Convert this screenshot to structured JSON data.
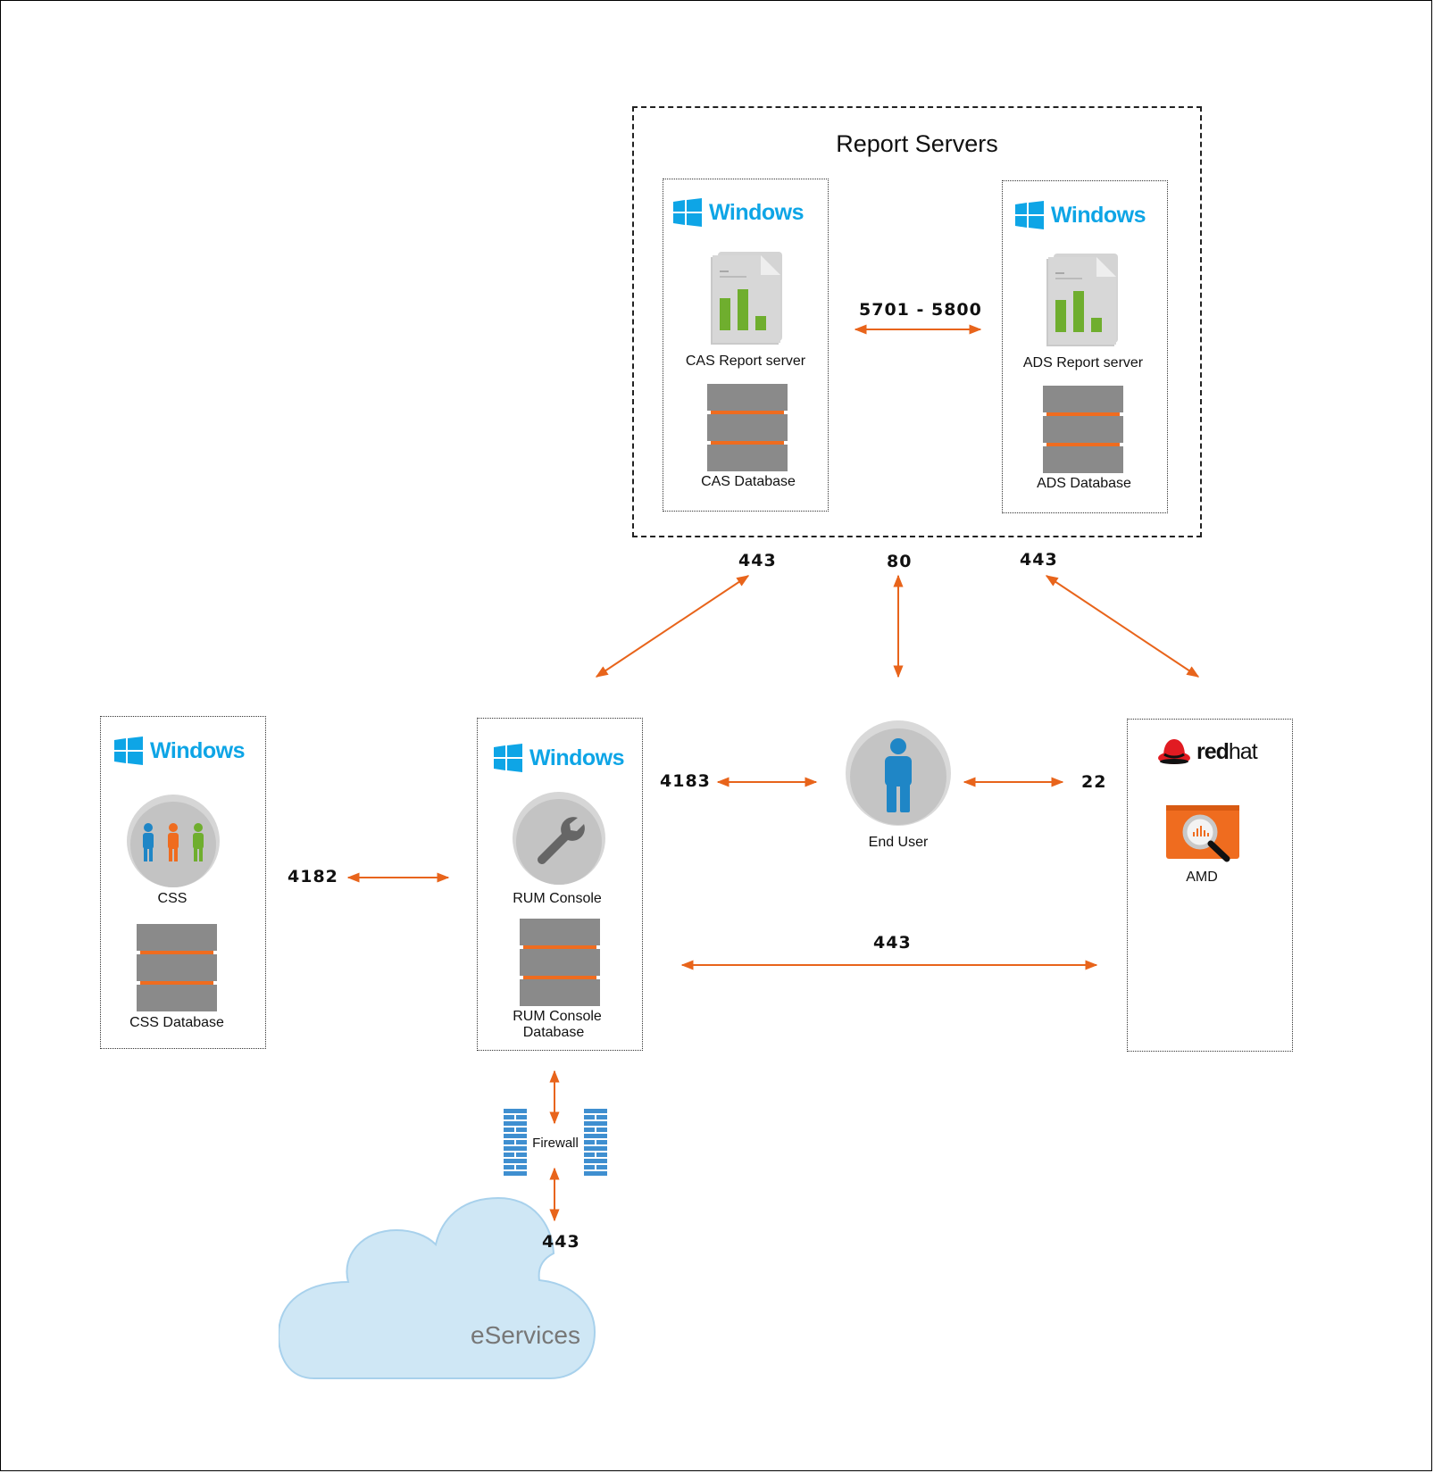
{
  "title": "Report Servers",
  "os_label": "Windows",
  "redhat": {
    "bold": "red",
    "light": "hat"
  },
  "nodes": {
    "cas_report": "CAS Report server",
    "cas_db": "CAS Database",
    "ads_report": "ADS Report server",
    "ads_db": "ADS Database",
    "css": "CSS",
    "css_db": "CSS Database",
    "rum_console": "RUM Console",
    "rum_db_line1": "RUM Console",
    "rum_db_line2": "Database",
    "end_user": "End User",
    "amd": "AMD",
    "firewall": "Firewall",
    "eservices": "eServices"
  },
  "ports": {
    "report_link": "5701 - 5800",
    "cas_rum": "443",
    "report_user": "80",
    "ads_amd": "443",
    "rum_user": "4183",
    "user_amd": "22",
    "css_rum": "4182",
    "rum_amd": "443",
    "cloud": "443"
  },
  "colors": {
    "arrow": "#e8641b",
    "windows_blue": "#0ea5e6",
    "db_gray": "#8a8a8a",
    "db_stripe": "#ef6c1f",
    "chart_green": "#6fae2e",
    "person_blue": "#1f86c6",
    "cloud_fill": "#cfe7f5",
    "redhat_red": "#e11b22",
    "amd_orange": "#ef6c1f"
  }
}
